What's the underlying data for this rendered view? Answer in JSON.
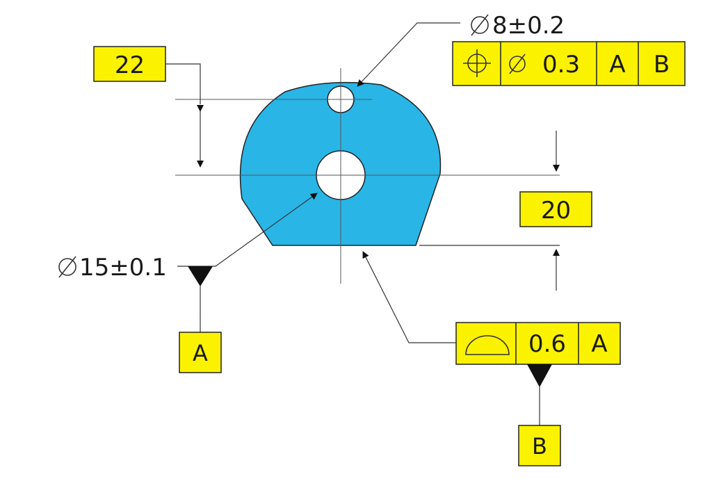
{
  "colors": {
    "part_fill": "#29b5e6",
    "box_fill": "#fbf200",
    "line": "#333333"
  },
  "dims": {
    "height_22": "22",
    "height_20": "20",
    "small_hole": "8±0.2",
    "big_hole": "15±0.1"
  },
  "fcf_position": {
    "symbol": "position-icon",
    "tolerance": "0.3",
    "datum1": "A",
    "datum2": "B"
  },
  "fcf_profile": {
    "symbol": "profile-of-surface-icon",
    "tolerance": "0.6",
    "datum1": "A"
  },
  "datum_labels": {
    "a": "A",
    "b": "B"
  }
}
